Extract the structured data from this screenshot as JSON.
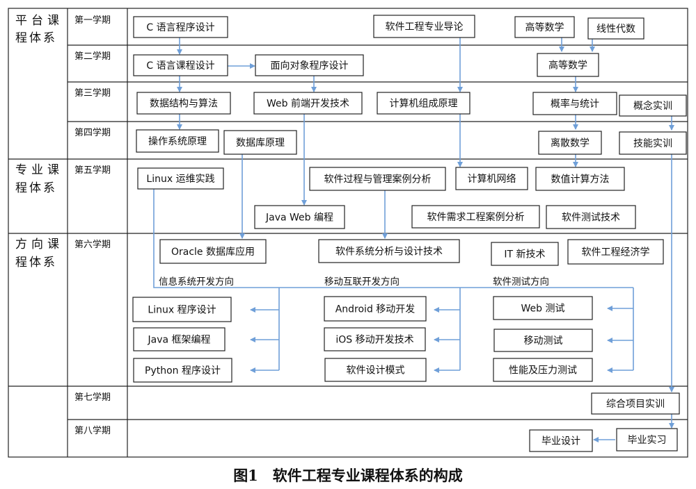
{
  "categories": [
    {
      "id": "platform",
      "lines": [
        "平台课",
        "程体系"
      ]
    },
    {
      "id": "professional",
      "lines": [
        "专业课",
        "程体系"
      ]
    },
    {
      "id": "direction",
      "lines": [
        "方向课",
        "程体系"
      ]
    }
  ],
  "semesters": [
    "第一学期",
    "第二学期",
    "第三学期",
    "第四学期",
    "第五学期",
    "第六学期",
    "第七学期",
    "第八学期"
  ],
  "directions": {
    "info": "信息系统开发方向",
    "mobile": "移动互联开发方向",
    "testing": "软件测试方向"
  },
  "courses": {
    "c_design": "C 语言程序设计",
    "intro_se": "软件工程专业导论",
    "math1": "高等数学",
    "linear_algebra": "线性代数",
    "c_course": "C 语言课程设计",
    "oop": "面向对象程序设计",
    "math2": "高等数学",
    "ds_algo": "数据结构与算法",
    "web_frontend": "Web 前端开发技术",
    "comp_org": "计算机组成原理",
    "prob_stat": "概率与统计",
    "concept_train": "概念实训",
    "os": "操作系统原理",
    "db": "数据库原理",
    "discrete": "离散数学",
    "skill_train": "技能实训",
    "linux_ops": "Linux 运维实践",
    "process_mgmt": "软件过程与管理案例分析",
    "network": "计算机网络",
    "numerical": "数值计算方法",
    "java_web": "Java Web 编程",
    "req_eng": "软件需求工程案例分析",
    "sw_testing": "软件测试技术",
    "oracle": "Oracle 数据库应用",
    "sad": "软件系统分析与设计技术",
    "it_new": "IT 新技术",
    "se_econ": "软件工程经济学",
    "linux_prog": "Linux 程序设计",
    "java_fw": "Java 框架编程",
    "python": "Python 程序设计",
    "android": "Android 移动开发",
    "ios": "iOS 移动开发技术",
    "patterns": "软件设计模式",
    "web_test": "Web 测试",
    "mobile_test": "移动测试",
    "perf_test": "性能及压力测试",
    "project": "综合项目实训",
    "thesis": "毕业设计",
    "internship": "毕业实习"
  },
  "caption": "图1　软件工程专业课程体系的构成",
  "colors": {
    "arrow": "#6f9fd8",
    "border": "#222222"
  }
}
